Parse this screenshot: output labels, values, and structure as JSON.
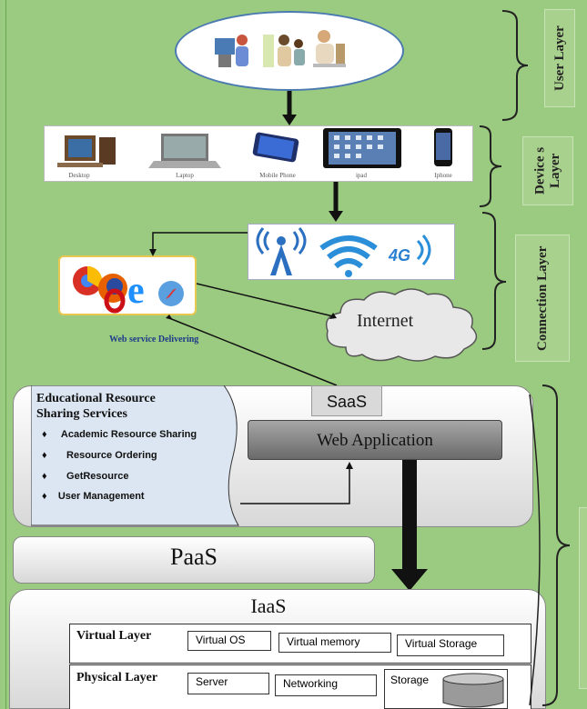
{
  "layers": {
    "user": "User Layer",
    "devices": "Device s Layer",
    "connection": "Connection Layer"
  },
  "devices": [
    "Desktop",
    "Laptop",
    "Mobile Phone",
    "ipad",
    "Iphone"
  ],
  "connection": {
    "fourg": "4G",
    "internet": "Internet",
    "web_service": "Web service Delivering"
  },
  "saas": {
    "label": "SaaS",
    "web_app": "Web Application",
    "services_title_1": "Educational Resource",
    "services_title_2": "Sharing Services",
    "services": [
      "Academic Resource Sharing",
      "Resource Ordering",
      "GetResource",
      "User Management"
    ]
  },
  "paas": {
    "label": "PaaS"
  },
  "iaas": {
    "label": "IaaS",
    "virtual_layer": "Virtual Layer",
    "virtual_cells": [
      "Virtual OS",
      "Virtual memory",
      "Virtual Storage"
    ],
    "physical_layer": "Physical Layer",
    "physical_cells": [
      "Server",
      "Networking",
      "Storage"
    ]
  },
  "colors": {
    "background": "#9bcb80",
    "layer_label": "#a9d18e",
    "services_panel": "#dce6f2"
  }
}
